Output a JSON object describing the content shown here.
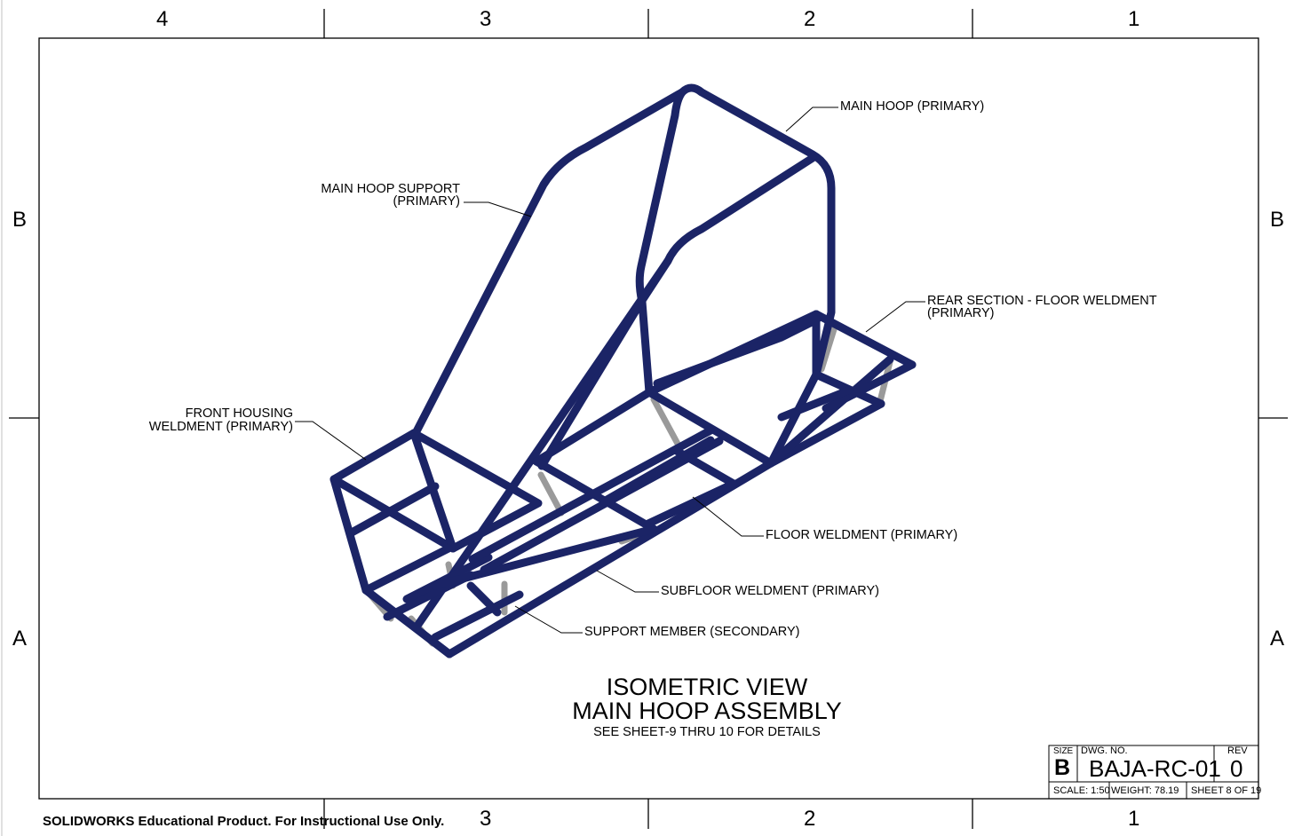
{
  "border": {
    "columns_top": [
      "4",
      "3",
      "2",
      "1"
    ],
    "columns_bottom": [
      "3",
      "2",
      "1"
    ],
    "rows_left": [
      "B",
      "A"
    ],
    "rows_right": [
      "B",
      "A"
    ]
  },
  "callouts": {
    "main_hoop": "MAIN HOOP (PRIMARY)",
    "main_hoop_support_1": "MAIN HOOP SUPPORT",
    "main_hoop_support_2": "(PRIMARY)",
    "rear_section_1": "REAR SECTION - FLOOR WELDMENT",
    "rear_section_2": "(PRIMARY)",
    "front_housing_1": "FRONT HOUSING",
    "front_housing_2": "WELDMENT (PRIMARY)",
    "floor_weldment": "FLOOR WELDMENT (PRIMARY)",
    "subfloor_weldment": "SUBFLOOR WELDMENT (PRIMARY)",
    "support_member": "SUPPORT MEMBER (SECONDARY)"
  },
  "view_title": {
    "line1": "ISOMETRIC VIEW",
    "line2": "MAIN HOOP ASSEMBLY",
    "line3": "SEE SHEET-9 THRU 10 FOR DETAILS"
  },
  "title_block": {
    "size_label": "SIZE",
    "size_value": "B",
    "dwg_label": "DWG.  NO.",
    "dwg_value": "BAJA-RC-01",
    "rev_label": "REV",
    "rev_value": "0",
    "scale": "SCALE: 1:50",
    "weight": "WEIGHT: 78.19",
    "sheet": "SHEET 8 OF 19"
  },
  "footer": "SOLIDWORKS Educational Product. For Instructional Use Only.",
  "colors": {
    "primary_tube": "#1b2466",
    "secondary_tube": "#9a9a9a",
    "line": "#000000"
  }
}
